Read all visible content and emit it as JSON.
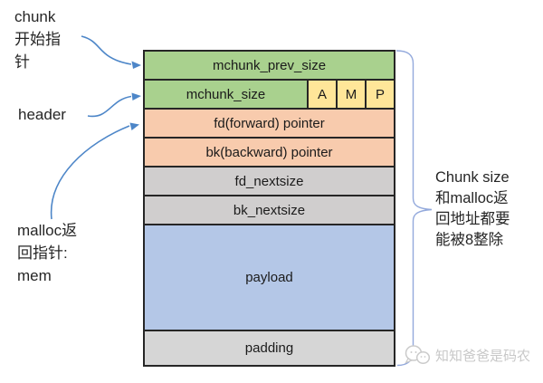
{
  "diagram": {
    "title_note": "glibc malloc chunk memory layout",
    "left_annotations": {
      "chunk_start_pointer": "chunk\n开始指\n针",
      "header": "header",
      "malloc_return_pointer": "malloc返\n回指针:\nmem"
    },
    "right_note": "Chunk size\n和malloc返\n回地址都要\n能被8整除",
    "chunk": {
      "rows": [
        {
          "label": "mchunk_prev_size",
          "color": "#a9d18e"
        },
        {
          "label": "mchunk_size",
          "color": "#a9d18e"
        },
        {
          "label": "fd(forward) pointer",
          "color": "#f8cbad"
        },
        {
          "label": "bk(backward) pointer",
          "color": "#f8cbad"
        },
        {
          "label": "fd_nextsize",
          "color": "#d0cece"
        },
        {
          "label": "bk_nextsize",
          "color": "#d0cece"
        },
        {
          "label": "payload",
          "color": "#b4c7e7"
        },
        {
          "label": "padding",
          "color": "#d6d6d6"
        }
      ],
      "flags": [
        "A",
        "M",
        "P"
      ],
      "flag_color": "#ffe699",
      "border_color": "#262626"
    },
    "watermark": {
      "text": "知知爸爸是码农",
      "color": "#c8c8c8"
    },
    "colors": {
      "arrow_blue": "#4d86c8",
      "brace_blue": "#93a9dc"
    }
  }
}
